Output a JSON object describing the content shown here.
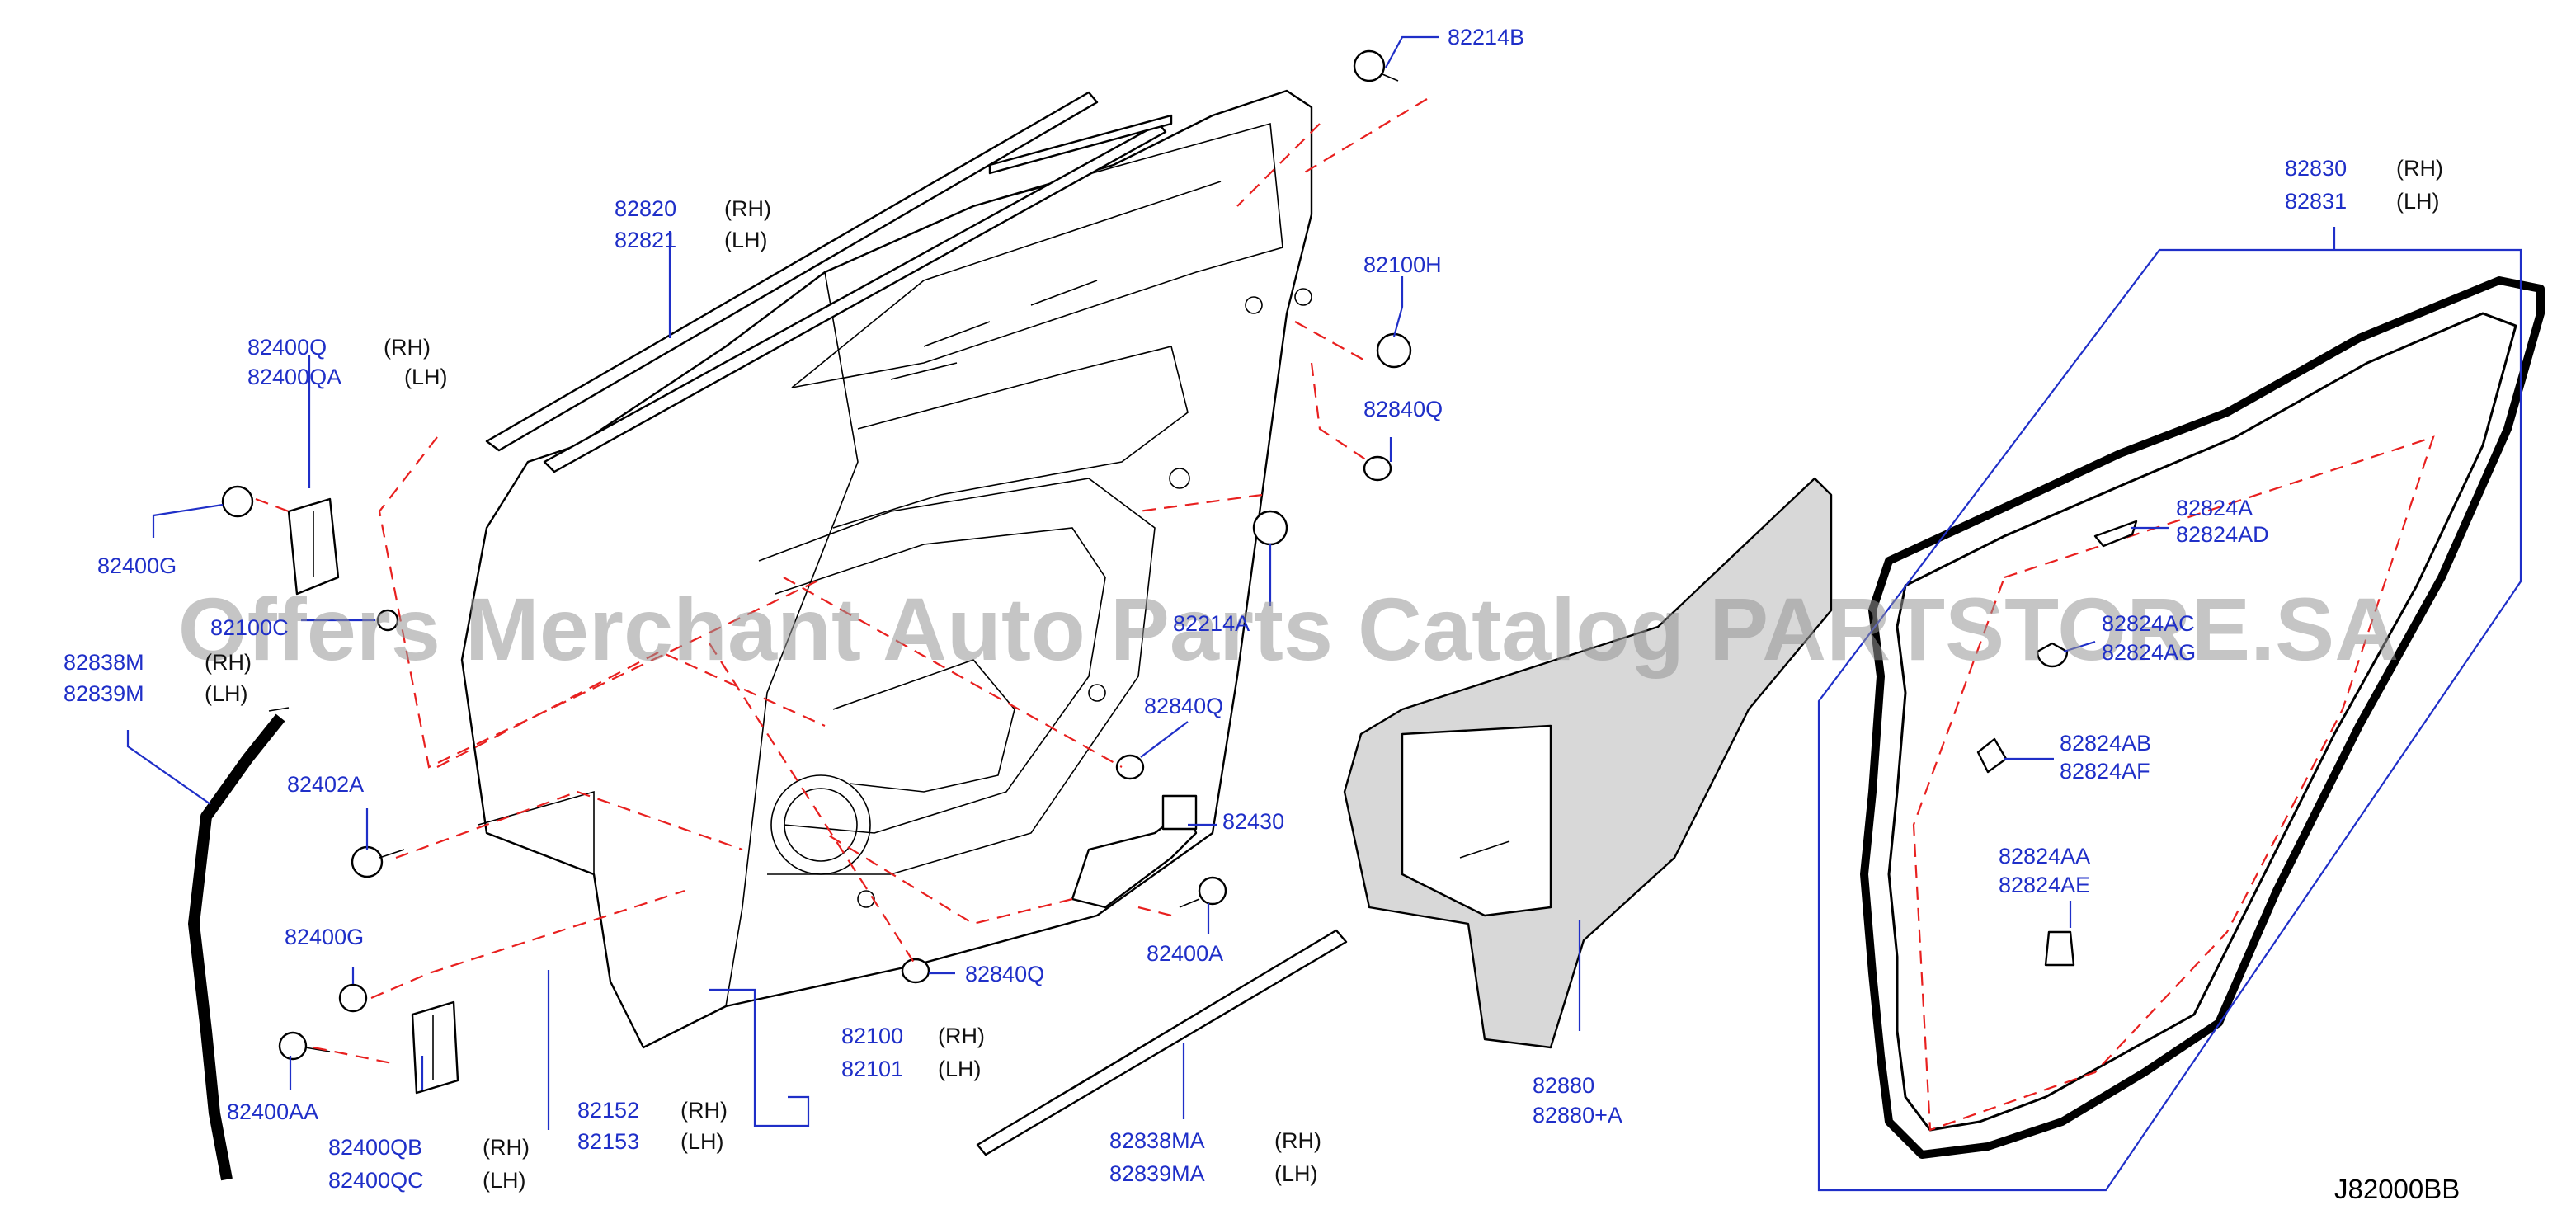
{
  "diagram_code": "J82000BB",
  "watermark": "Offers Merchant Auto Parts Catalog PARTSTORE.SA",
  "callouts": {
    "c82214B": [
      "82214B"
    ],
    "c82820": [
      "82820",
      "82821"
    ],
    "c82100H": [
      "82100H"
    ],
    "c82840Q_top": [
      "82840Q"
    ],
    "c82400Q": [
      "82400Q",
      "82400QA"
    ],
    "c82400G_top": [
      "82400G"
    ],
    "c82100C": [
      "82100C"
    ],
    "c82214A": [
      "82214A"
    ],
    "c82838M": [
      "82838M",
      "82839M"
    ],
    "c82840Q_mid": [
      "82840Q"
    ],
    "c82402A": [
      "82402A"
    ],
    "c82430": [
      "82430"
    ],
    "c82400A": [
      "82400A"
    ],
    "c82400G_bot": [
      "82400G"
    ],
    "c82840Q_bot": [
      "82840Q"
    ],
    "c82100": [
      "82100",
      "82101"
    ],
    "c82400AA": [
      "82400AA"
    ],
    "c82152": [
      "82152",
      "82153"
    ],
    "c82400QB": [
      "82400QB",
      "82400QC"
    ],
    "c82838MA": [
      "82838MA",
      "82839MA"
    ],
    "c82880": [
      "82880",
      "82880+A"
    ],
    "c82830": [
      "82830",
      "82831"
    ],
    "c82824A": [
      "82824A",
      "82824AD"
    ],
    "c82824AC": [
      "82824AC",
      "82824AG"
    ],
    "c82824AB": [
      "82824AB",
      "82824AF"
    ],
    "c82824AA": [
      "82824AA",
      "82824AE"
    ]
  },
  "sides": {
    "rh": "(RH)",
    "lh": "(LH)"
  }
}
